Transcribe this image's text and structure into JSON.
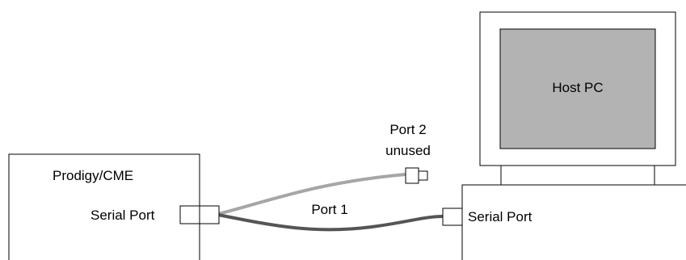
{
  "device": {
    "name": "Prodigy/CME",
    "port_label": "Serial Port"
  },
  "host": {
    "name": "Host PC",
    "port_label": "Serial Port"
  },
  "cable": {
    "port1_label": "Port 1",
    "port2_label_line1": "Port 2",
    "port2_label_line2": "unused"
  },
  "colors": {
    "outline": "#000000",
    "screen": "#b3b3b3",
    "cable_port1": "#555555",
    "cable_port2": "#a6a6a6"
  }
}
